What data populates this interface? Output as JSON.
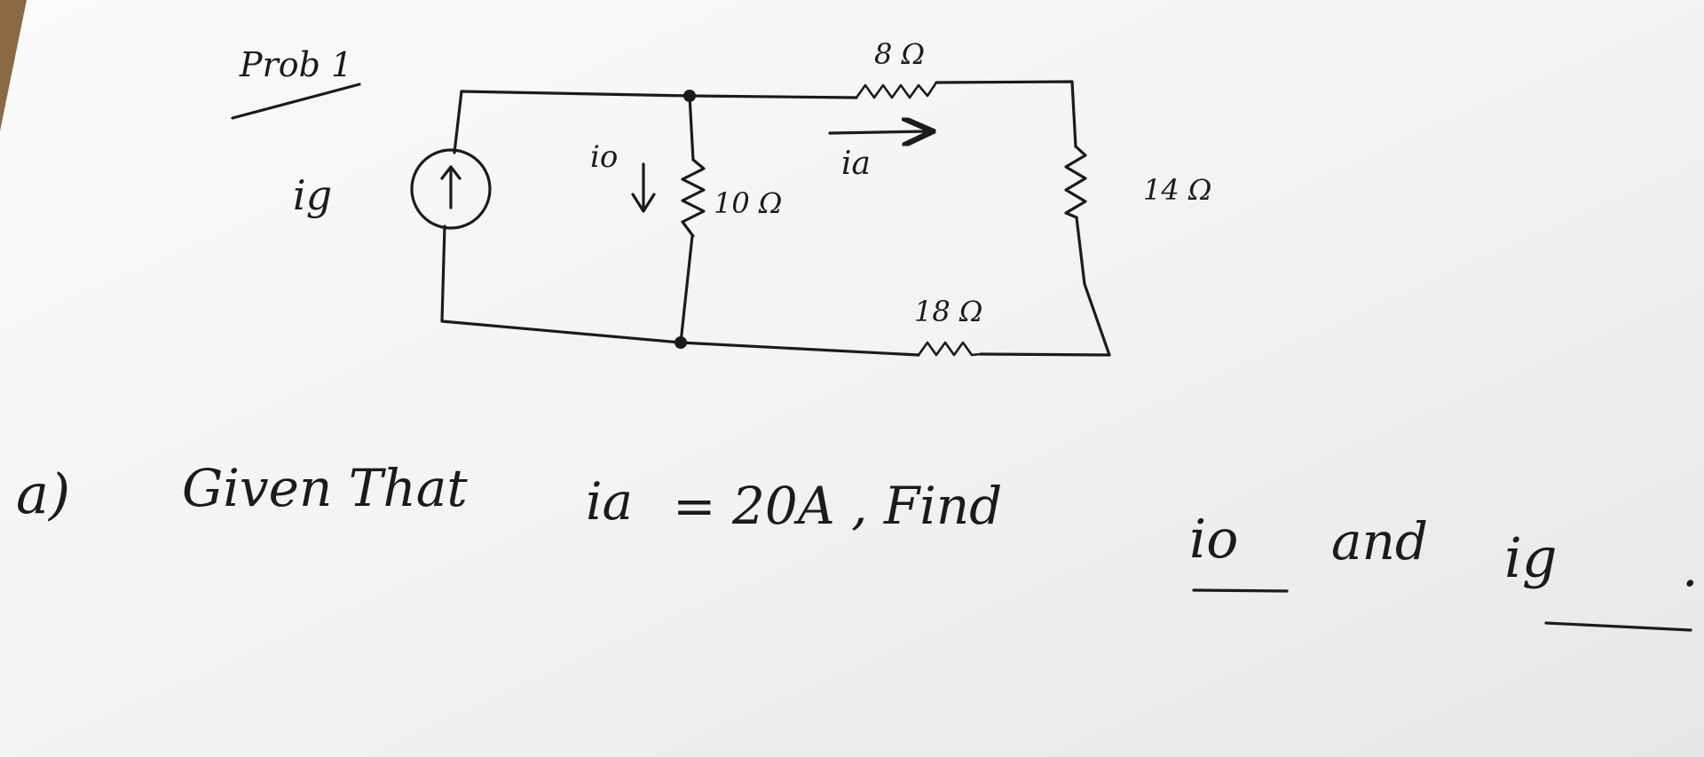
{
  "heading": "Prob 1",
  "labels": {
    "source_current": "ig",
    "branch_current": "io",
    "series_current": "ia"
  },
  "resistors": {
    "r_shunt": "10 Ω",
    "r_top": "8 Ω",
    "r_right": "14 Ω",
    "r_bottom": "18 Ω"
  },
  "question": {
    "part": "a)",
    "text_1": "Given That",
    "var_ia": "ia",
    "text_2": "= 20A , Find",
    "var_io": "io",
    "text_3": "and",
    "var_ig": "ig",
    "end": "."
  },
  "colors": {
    "ink": "#1b1b1b",
    "paper": "#f4f4f2",
    "table": "#8a6a45"
  }
}
